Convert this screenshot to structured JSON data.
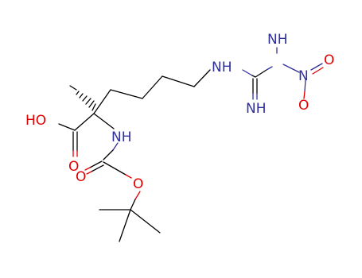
{
  "molecule": {
    "atom_labels": {
      "nh_top": "NH",
      "imine": "NH",
      "nh_guanidine": "NH",
      "nitro_n": "N",
      "nitro_o_top": "O",
      "nitro_o_bottom": "O",
      "carbonyl_o_acid": "O",
      "hydroxyl": "HO",
      "amide_nh": "NH",
      "carbamate_o_double": "O",
      "carbamate_o_ester": "O"
    },
    "colors": {
      "bond": "#000000",
      "oxygen": "#e00000",
      "nitrogen": "#30309a"
    }
  }
}
